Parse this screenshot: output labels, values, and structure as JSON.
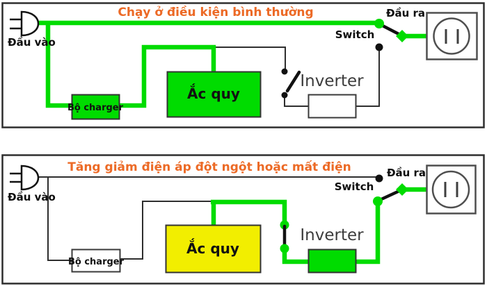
{
  "colors": {
    "active_wire": "#00dc00",
    "inactive_wire": "#2e2e2e",
    "battery_standby_fill": "#f2ee00",
    "title_orange": "#ec6a26"
  },
  "panels": [
    {
      "title": "Chạy ở điều kiện bình thường",
      "labels": {
        "input": "Đầu vào",
        "output": "Đầu ra",
        "switch": "Switch",
        "inverter": "Inverter",
        "charger": "Bộ charger",
        "battery": "Ắc quy"
      }
    },
    {
      "title": "Tăng giảm điện áp đột ngột hoặc mất điện",
      "labels": {
        "input": "Đầu vào",
        "output": "Đầu ra",
        "switch": "Switch",
        "inverter": "Inverter",
        "charger": "Bộ charger",
        "battery": "Ắc quy"
      }
    }
  ]
}
